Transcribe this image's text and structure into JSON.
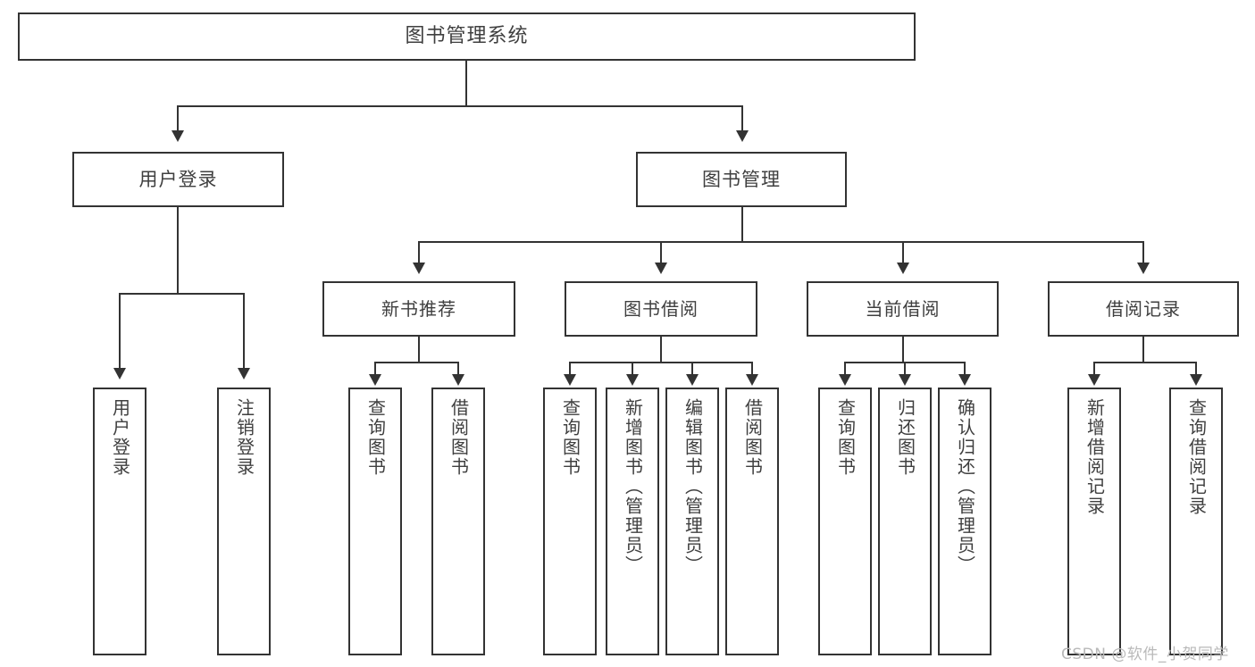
{
  "diagram": {
    "title": "图书管理系统",
    "root": {
      "label": "图书管理系统"
    },
    "level2": [
      {
        "label": "用户登录"
      },
      {
        "label": "图书管理"
      }
    ],
    "level3": [
      {
        "label": "新书推荐"
      },
      {
        "label": "图书借阅"
      },
      {
        "label": "当前借阅"
      },
      {
        "label": "借阅记录"
      }
    ],
    "leaves": {
      "user_login": [
        {
          "label": "用户登录"
        },
        {
          "label": "注销登录"
        }
      ],
      "new_book_recommend": [
        {
          "label": "查询图书"
        },
        {
          "label": "借阅图书"
        }
      ],
      "book_borrow": [
        {
          "label": "查询图书"
        },
        {
          "label": "新增图书（管理员）"
        },
        {
          "label": "编辑图书（管理员）"
        },
        {
          "label": "借阅图书"
        }
      ],
      "current_borrow": [
        {
          "label": "查询图书"
        },
        {
          "label": "归还图书"
        },
        {
          "label": "确认归还（管理员）"
        }
      ],
      "borrow_record": [
        {
          "label": "新增借阅记录"
        },
        {
          "label": "查询借阅记录"
        }
      ]
    }
  },
  "watermark": {
    "text": "CSDN @软件_小贺同学"
  },
  "colors": {
    "stroke": "#333333",
    "text": "#3f3f3f",
    "background": "#ffffff",
    "watermark": "#b9b9b9"
  }
}
